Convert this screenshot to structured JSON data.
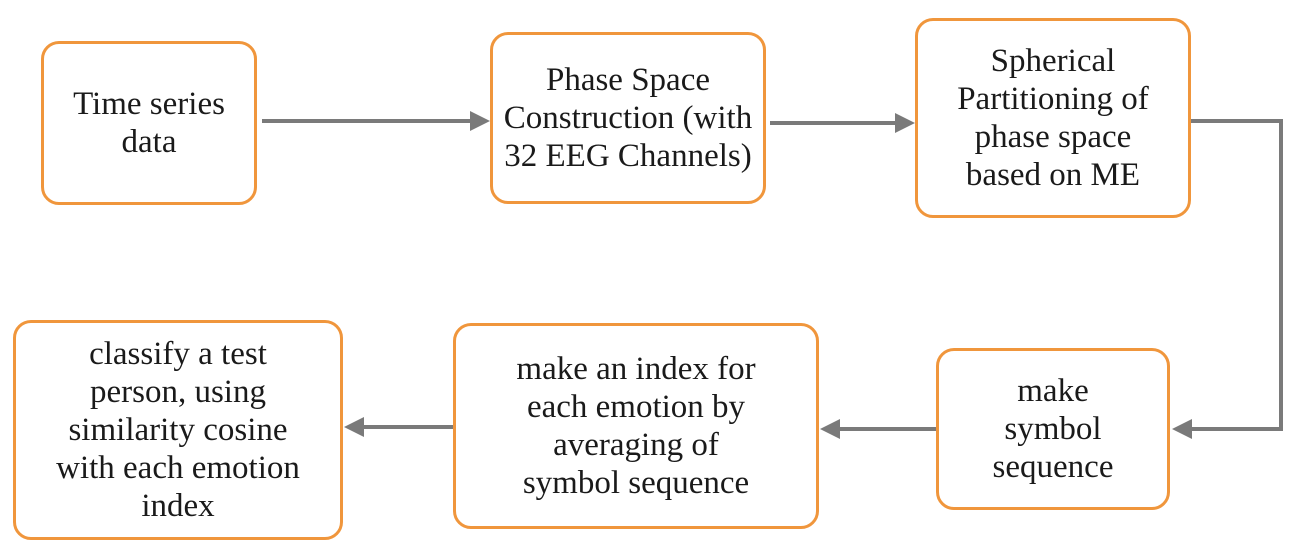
{
  "nodes": {
    "time_series": "Time series\ndata",
    "phase_space": "Phase Space\nConstruction (with\n32 EEG Channels)",
    "spherical": "Spherical\nPartitioning of\nphase space\nbased on ME",
    "symbol_sequence": "make\nsymbol\nsequence",
    "emotion_index": "make an index for\neach emotion by\naveraging of\nsymbol sequence",
    "classify": "classify a test\nperson, using\nsimilarity cosine\nwith each emotion\nindex"
  },
  "colors": {
    "box_border": "#f0963c",
    "arrow": "#7a7a7a",
    "text": "#1a1a1a"
  }
}
